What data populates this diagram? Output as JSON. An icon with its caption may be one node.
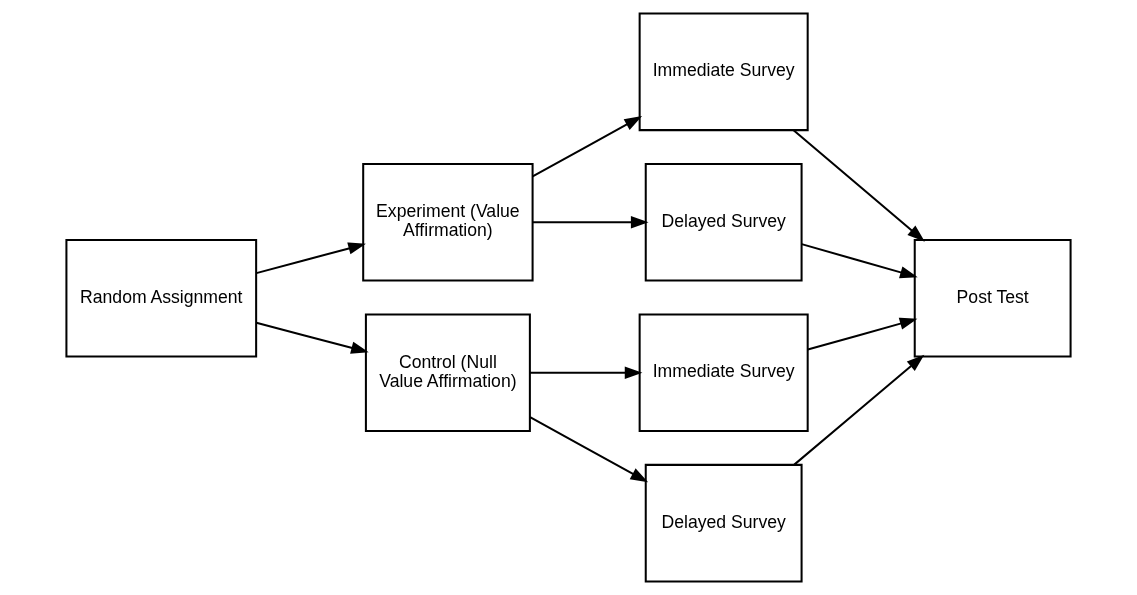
{
  "diagram": {
    "nodes": [
      {
        "text": [
          "Random Assignment"
        ]
      },
      {
        "text": [
          "Experiment (Value Affirmation)"
        ]
      },
      {
        "text": [
          "Control (Null Value Affirmation)"
        ]
      },
      {
        "text": [
          "Immediate Survey"
        ]
      },
      {
        "text": [
          "Delayed Survey"
        ]
      },
      {
        "text": [
          "Immediate Survey"
        ]
      },
      {
        "text": [
          "Delayed Survey"
        ]
      },
      {
        "text": [
          "Post Test"
        ]
      }
    ],
    "edges": [
      {
        "from": 0,
        "to": 1,
        "arrow": "to"
      },
      {
        "from": 0,
        "to": 2,
        "arrow": "to"
      },
      {
        "from": 1,
        "to": 3,
        "arrow": "to"
      },
      {
        "from": 1,
        "to": 4,
        "arrow": "to"
      },
      {
        "from": 2,
        "to": 5,
        "arrow": "to"
      },
      {
        "from": 2,
        "to": 6,
        "arrow": "to"
      },
      {
        "from": 3,
        "to": 7,
        "arrow": "to"
      },
      {
        "from": 4,
        "to": 7,
        "arrow": "to"
      },
      {
        "from": 5,
        "to": 7,
        "arrow": "to"
      },
      {
        "from": 6,
        "to": 7,
        "arrow": "to"
      }
    ]
  }
}
